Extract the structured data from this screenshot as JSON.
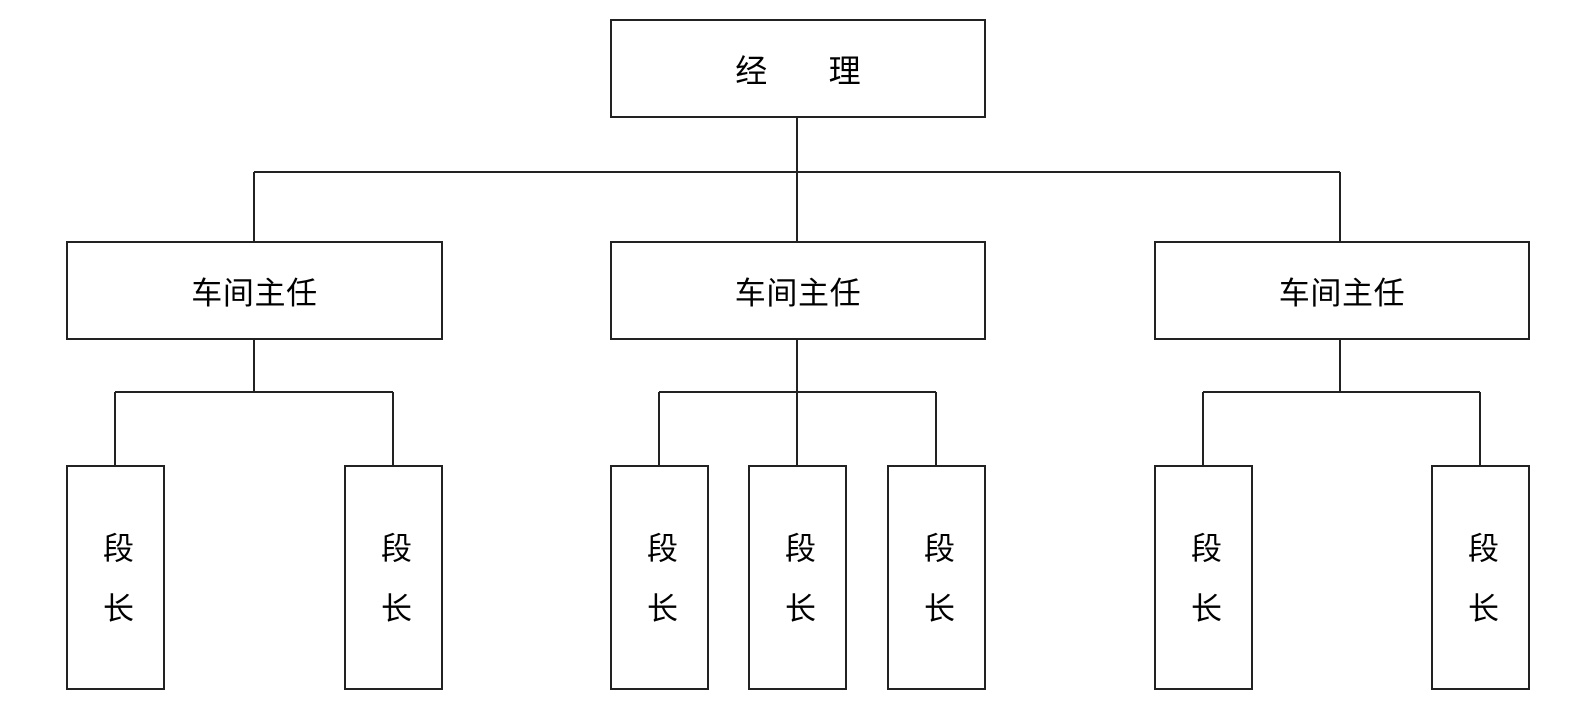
{
  "org_chart": {
    "root": {
      "label": "经  理",
      "children": [
        {
          "label": "车间主任",
          "children": [
            {
              "label": "段长"
            },
            {
              "label": "段长"
            }
          ]
        },
        {
          "label": "车间主任",
          "children": [
            {
              "label": "段长"
            },
            {
              "label": "段长"
            },
            {
              "label": "段长"
            }
          ]
        },
        {
          "label": "车间主任",
          "children": [
            {
              "label": "段长"
            },
            {
              "label": "段长"
            }
          ]
        }
      ]
    }
  }
}
